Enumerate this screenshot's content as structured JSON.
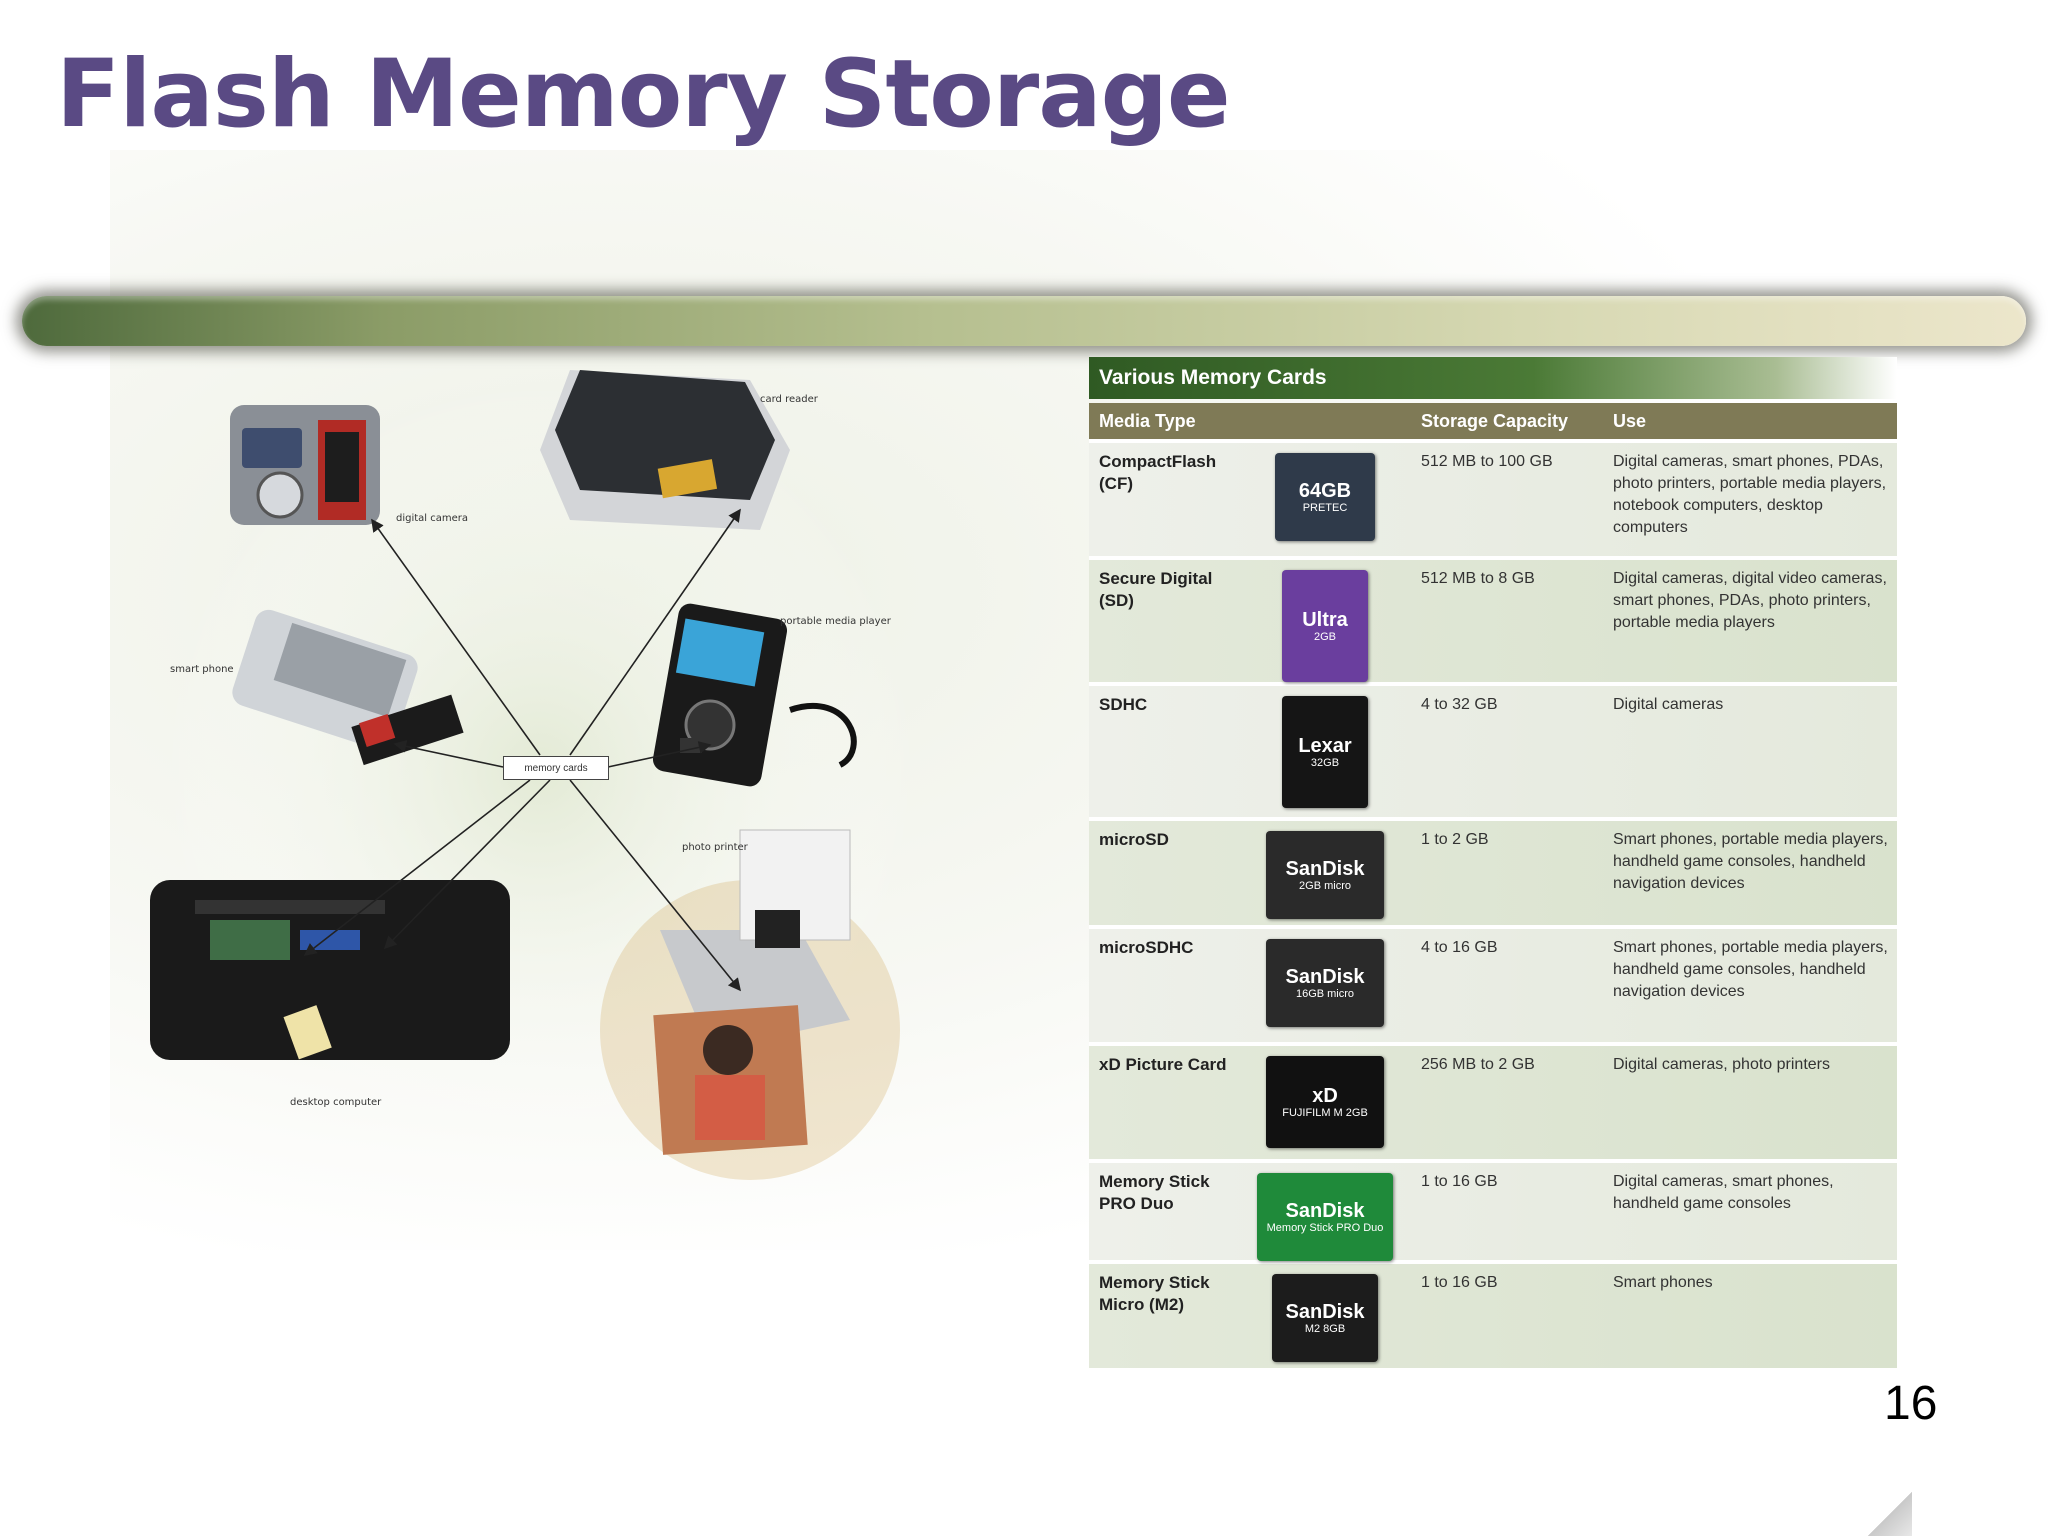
{
  "slide": {
    "title": "Flash Memory Storage",
    "page_number": "16"
  },
  "diagram": {
    "center_label": "memory cards",
    "devices": [
      {
        "label": "digital camera"
      },
      {
        "label": "card reader"
      },
      {
        "label": "portable media player"
      },
      {
        "label": "smart phone"
      },
      {
        "label": "photo printer"
      },
      {
        "label": "desktop computer"
      }
    ]
  },
  "table": {
    "title": "Various Memory Cards",
    "columns": [
      "Media Type",
      "Storage Capacity",
      "Use"
    ],
    "rows": [
      {
        "type": "CompactFlash (CF)",
        "capacity": "512 MB to 100 GB",
        "use": "Digital cameras, smart phones, PDAs, photo printers, portable media players, notebook computers, desktop computers",
        "card_text": "64GB",
        "card_sub": "PRETEC",
        "card_color": "#2f3a4a"
      },
      {
        "type": "Secure Digital (SD)",
        "capacity": "512 MB to 8 GB",
        "use": "Digital cameras, digital video cameras, smart phones, PDAs, photo printers, portable media players",
        "card_text": "Ultra",
        "card_sub": "2GB",
        "card_color": "#6a3e9e"
      },
      {
        "type": "SDHC",
        "capacity": "4 to 32 GB",
        "use": "Digital cameras",
        "card_text": "Lexar",
        "card_sub": "32GB",
        "card_color": "#151515"
      },
      {
        "type": "microSD",
        "capacity": "1 to 2 GB",
        "use": "Smart phones, portable media players, handheld game consoles, handheld navigation devices",
        "card_text": "SanDisk",
        "card_sub": "2GB micro",
        "card_color": "#2a2a2a"
      },
      {
        "type": "microSDHC",
        "capacity": "4 to 16 GB",
        "use": "Smart phones, portable media players, handheld game consoles, handheld navigation devices",
        "card_text": "SanDisk",
        "card_sub": "16GB micro",
        "card_color": "#2a2a2a"
      },
      {
        "type": "xD Picture Card",
        "capacity": "256 MB to 2 GB",
        "use": "Digital cameras, photo printers",
        "card_text": "xD",
        "card_sub": "FUJIFILM M 2GB",
        "card_color": "#111111"
      },
      {
        "type": "Memory Stick PRO Duo",
        "capacity": "1 to 16 GB",
        "use": "Digital cameras, smart phones, handheld game consoles",
        "card_text": "SanDisk",
        "card_sub": "Memory Stick PRO Duo",
        "card_color": "#1f8a3a"
      },
      {
        "type": "Memory Stick Micro (M2)",
        "capacity": "1 to 16 GB",
        "use": "Smart phones",
        "card_text": "SanDisk",
        "card_sub": "M2 8GB",
        "card_color": "#1c1c1c"
      }
    ]
  }
}
